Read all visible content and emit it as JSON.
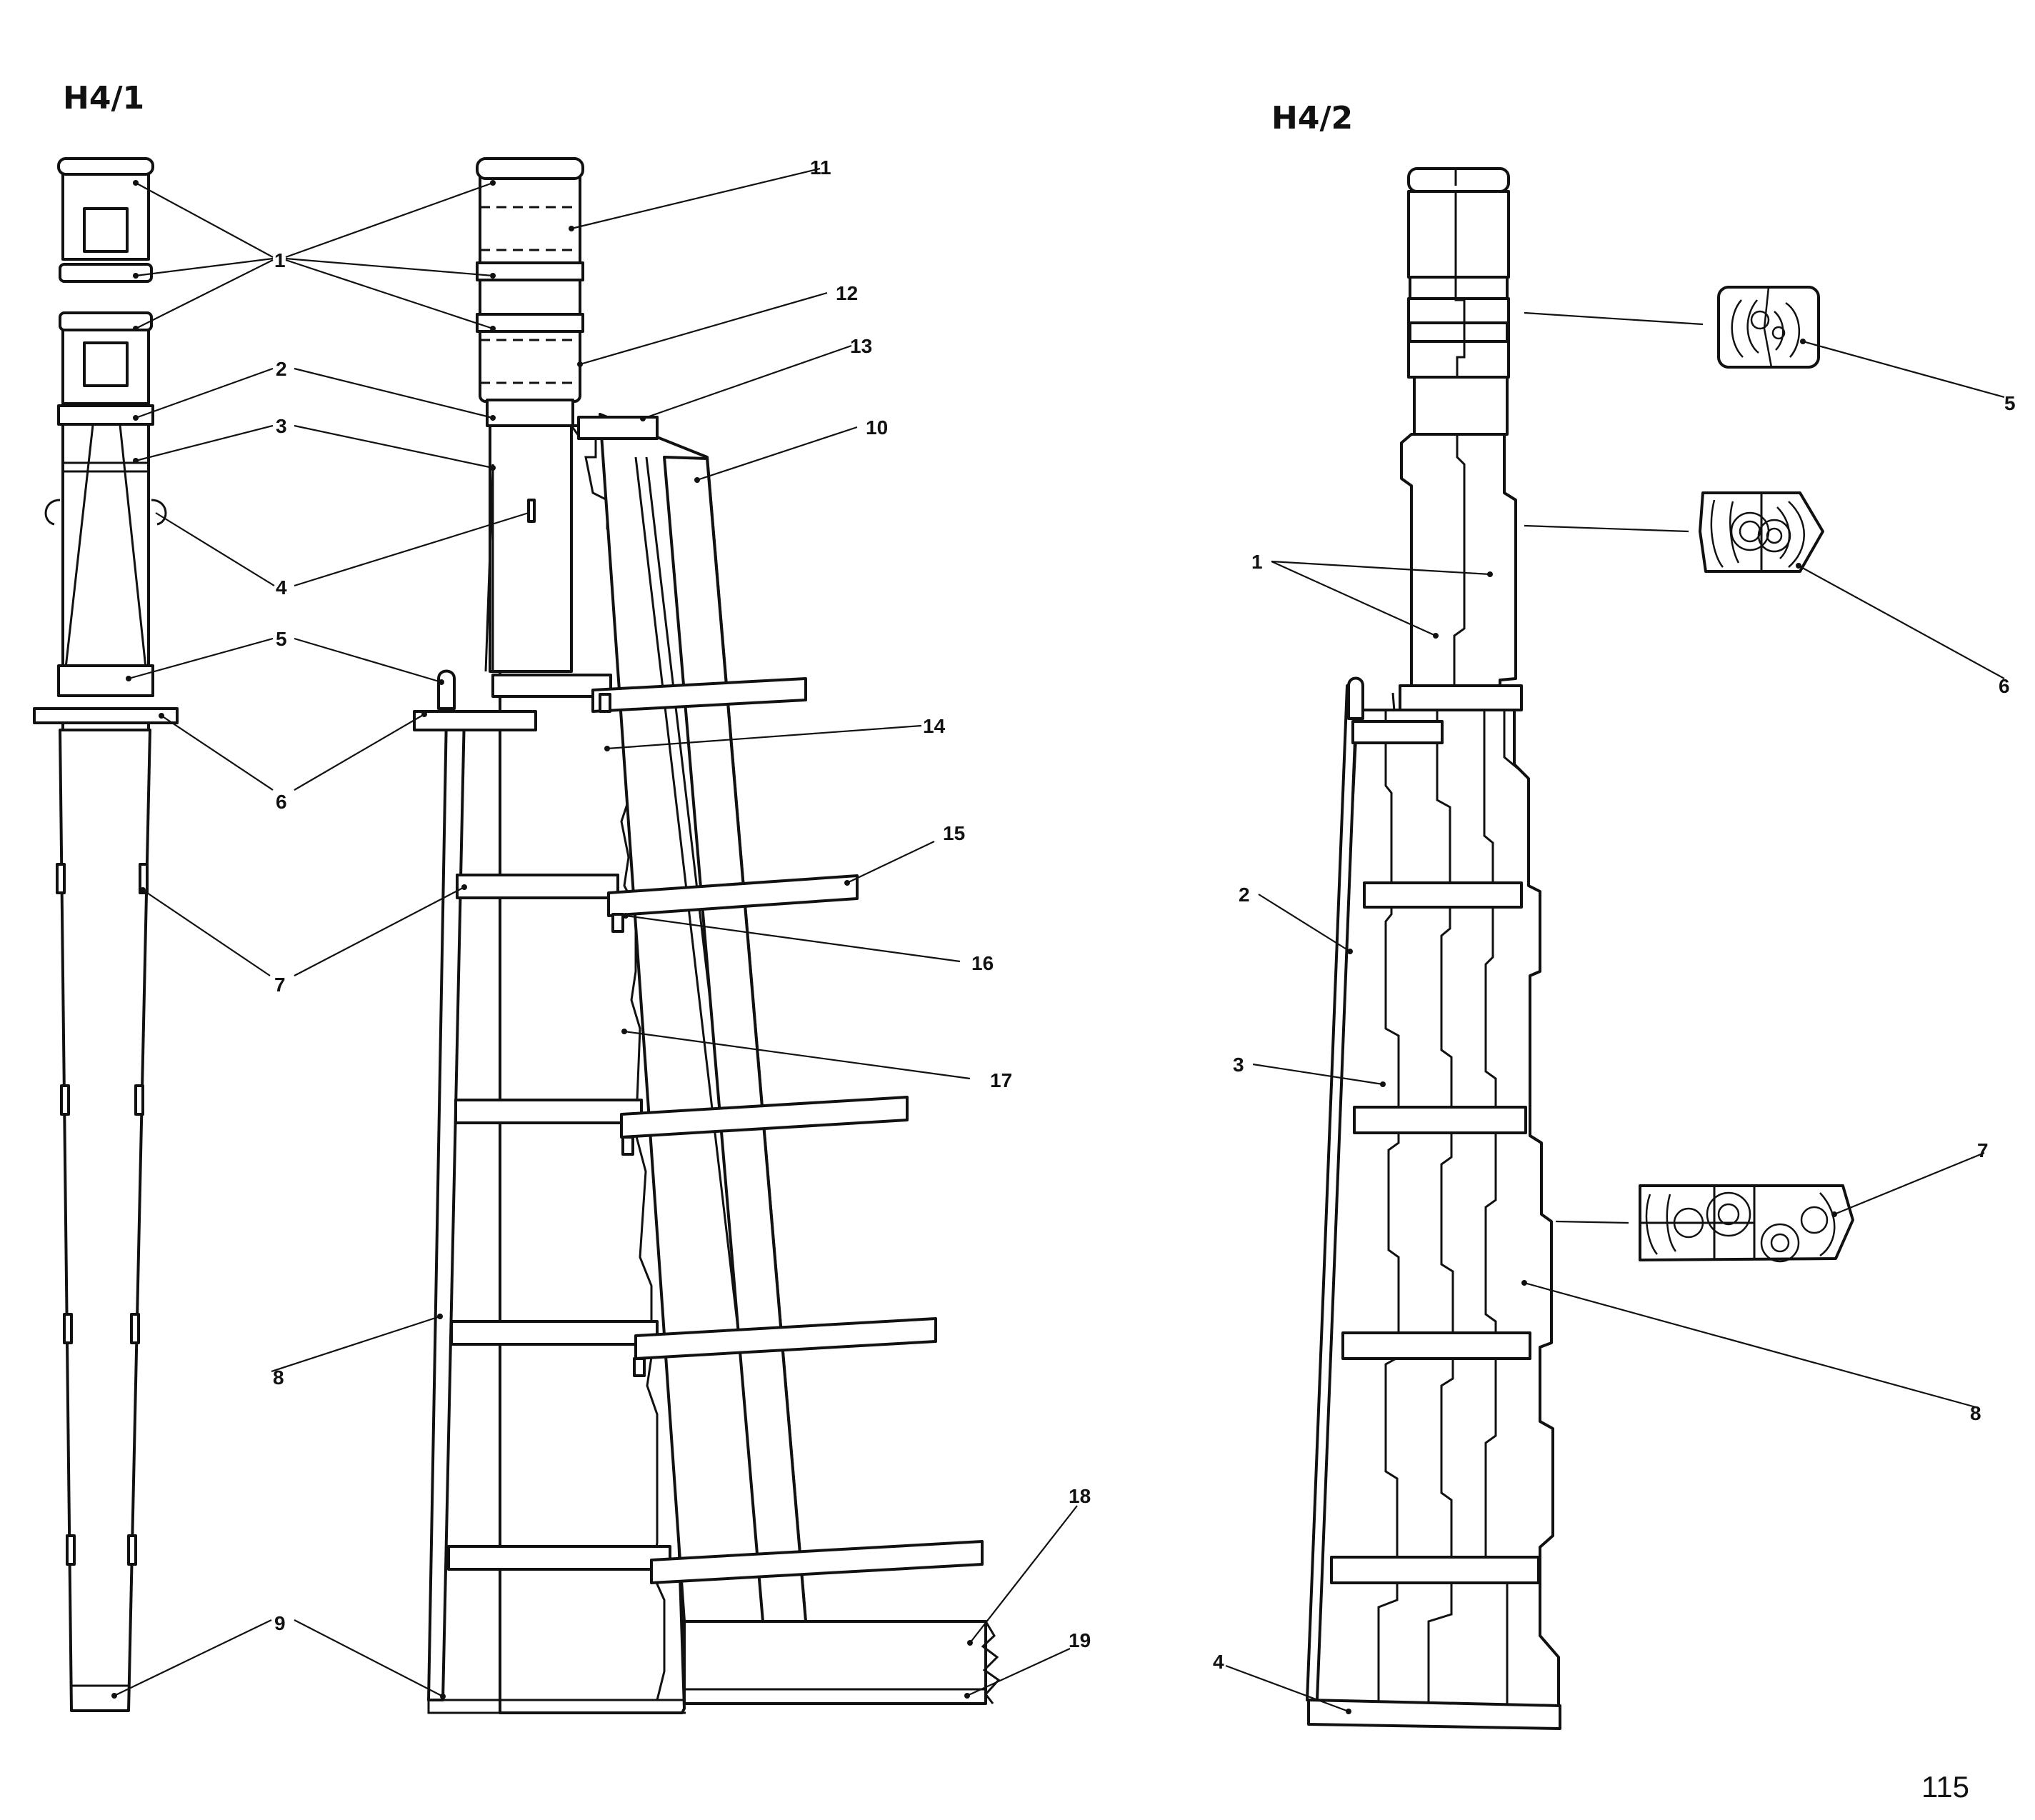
{
  "figures": {
    "left": {
      "title": "H4/1",
      "callouts": [
        "1",
        "2",
        "3",
        "4",
        "5",
        "6",
        "7",
        "8",
        "9",
        "10",
        "11",
        "12",
        "13",
        "14",
        "15",
        "16",
        "17",
        "18",
        "19"
      ]
    },
    "right": {
      "title": "H4/2",
      "callouts": [
        "1",
        "2",
        "3",
        "4",
        "5",
        "6",
        "7",
        "8"
      ]
    }
  },
  "page_number": "115"
}
